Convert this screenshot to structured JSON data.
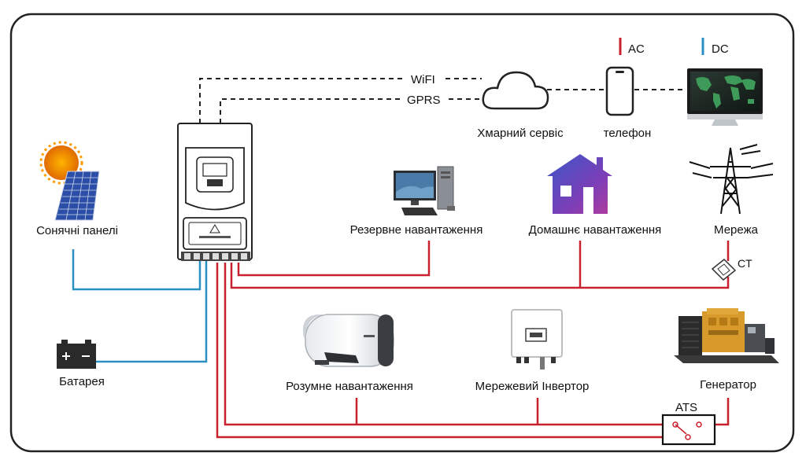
{
  "legend": {
    "ac_label": "AC",
    "dc_label": "DC",
    "ac_color": "#c8202c",
    "dc_color": "#2a8fc2"
  },
  "links": {
    "wifi": "WiFI",
    "gprs": "GPRS"
  },
  "nodes": {
    "cloud": "Хмарний сервіс",
    "phone": "телефон",
    "solar": "Сонячні панелі",
    "backup_load": "Резервне навантаження",
    "home_load": "Домашнє навантаження",
    "grid": "Мережа",
    "ct": "CT",
    "battery": "Батарея",
    "smart_load": "Розумне навантаження",
    "grid_inverter": "Мережевий Інвертор",
    "generator": "Генератор",
    "ats": "ATS"
  },
  "icons": {
    "inverter": "hybrid-inverter-icon",
    "cloud": "cloud-icon",
    "phone": "smartphone-icon",
    "monitor": "monitor-world-map-icon",
    "solar": "solar-panel-icon",
    "battery": "battery-icon",
    "pc": "desktop-computer-icon",
    "house": "house-icon",
    "tower": "power-tower-icon",
    "ct": "current-transformer-icon",
    "boiler": "water-heater-icon",
    "grid_inverter": "grid-inverter-icon",
    "generator": "generator-icon"
  }
}
